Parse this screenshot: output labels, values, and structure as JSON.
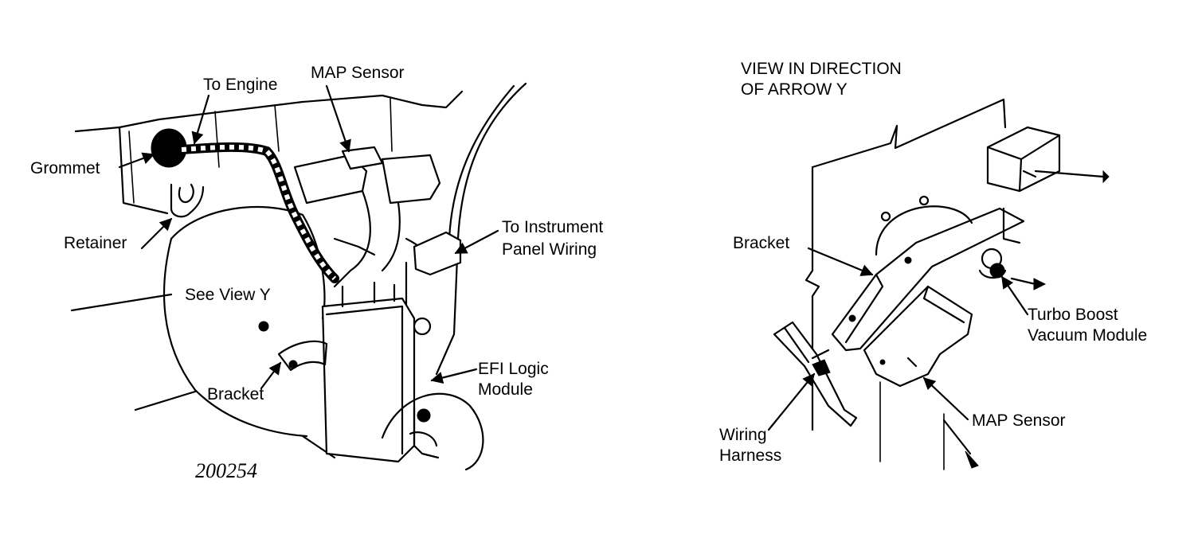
{
  "left_view": {
    "labels": {
      "to_engine": "To Engine",
      "map_sensor": "MAP Sensor",
      "grommet": "Grommet",
      "retainer": "Retainer",
      "to_instrument_line1": "To Instrument",
      "to_instrument_line2": "Panel Wiring",
      "see_view_y": "See View Y",
      "bracket": "Bracket",
      "efi_line1": "EFI Logic",
      "efi_line2": "Module"
    },
    "figure_number": "200254"
  },
  "right_view": {
    "heading_line1": "VIEW IN DIRECTION",
    "heading_line2": "OF ARROW Y",
    "labels": {
      "bracket": "Bracket",
      "turbo_line1": "Turbo Boost",
      "turbo_line2": "Vacuum Module",
      "wiring_line1": "Wiring",
      "wiring_line2": "Harness",
      "map_sensor": "MAP Sensor"
    }
  }
}
